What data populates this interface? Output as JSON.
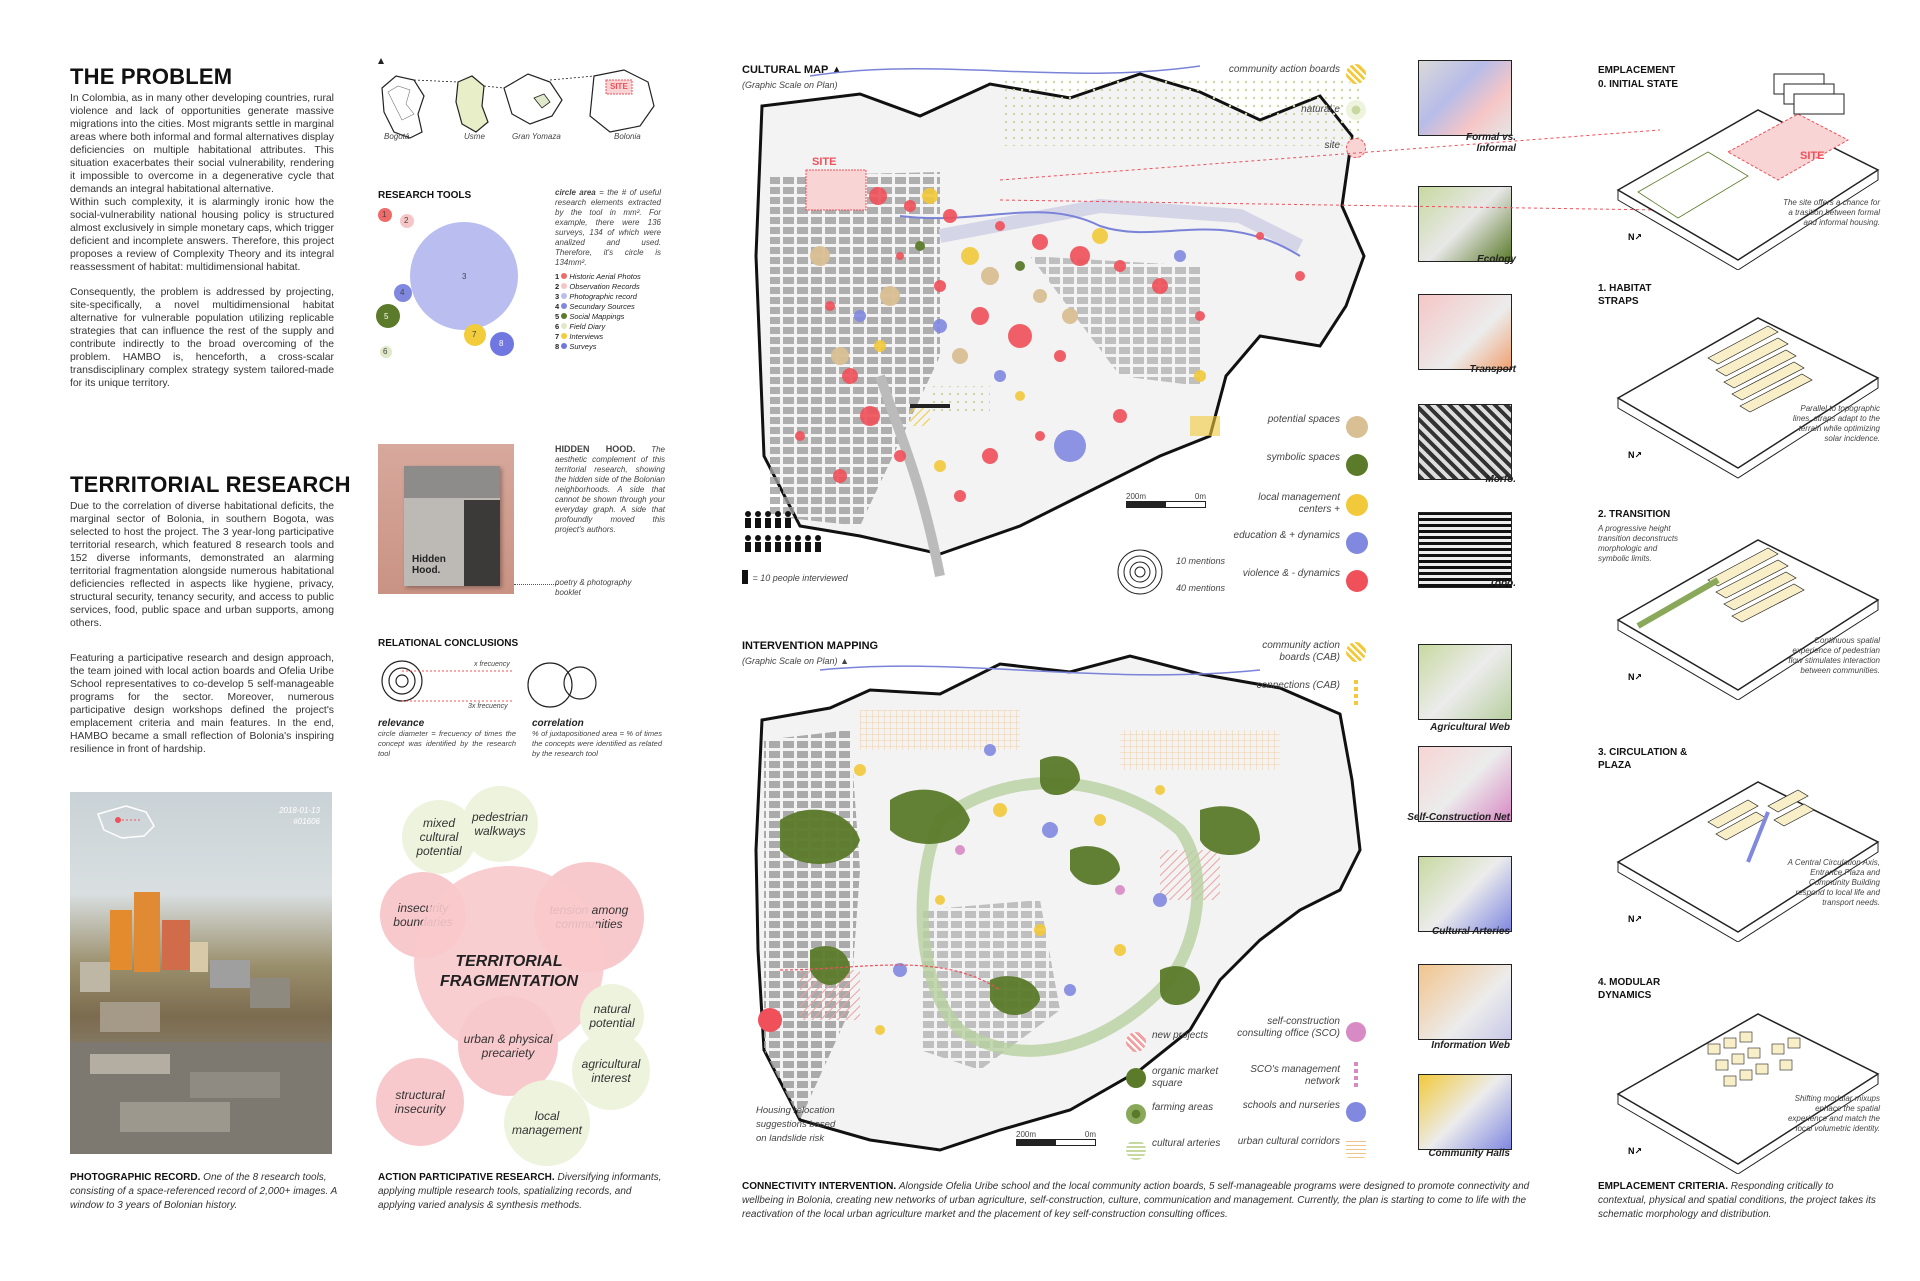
{
  "problem": {
    "title": "THE PROBLEM",
    "p1": "In Colombia, as in many other developing countries, rural violence and lack of opportunities generate massive migrations into the cities. Most migrants settle in marginal areas where both informal and formal alternatives display deficiencies on multiple habitational attributes. This situation exacerbates their social vulnerability, rendering it impossible to overcome in a degenerative cycle that demands an integral habitational alternative.",
    "p2": "Within such complexity, it is alarmingly ironic how the social-vulnerability national housing policy is structured almost exclusively in simple monetary caps, which trigger deficient and incomplete answers. Therefore, this project proposes a review of Complexity Theory and its integral reassessment of habitat: multidimensional habitat.",
    "p3": "Consequently, the problem is addressed by projecting, site-specifically, a novel multidimensional habitat alternative for vulnerable population utilizing replicable strategies that can influence the rest of the supply and contribute indirectly to the broad overcoming of the problem. HAMBO is, henceforth, a cross-scalar transdisciplinary complex strategy system tailored-made for its unique territory."
  },
  "territorial": {
    "title": "TERRITORIAL RESEARCH",
    "p1": "Due to the correlation of diverse habitational deficits, the marginal sector of Bolonia, in southern Bogota, was selected to host the project. The 3 year-long participative territorial research, which featured 8 research tools and 152 diverse informants, demonstrated an alarming territorial fragmentation alongside numerous habitational deficiencies reflected in aspects like hygiene, privacy, structural security, tenancy security, and access to public services, food, public space and urban supports, among others.",
    "p2": "Featuring a participative research and design approach, the team joined with local action boards and Ofelia Uribe School representatives to co-develop 5 self-manageable programs for the sector. Moreover, numerous participative design workshops defined the project's emplacement criteria and main features. In the end, HAMBO became a small reflection of Bolonia's inspiring resilience in front of hardship."
  },
  "photo": {
    "date": "2018-01-13",
    "code": "#01606",
    "caption_bold": "PHOTOGRAPHIC RECORD.",
    "caption": "One of the 8 research tools, consisting of a space-referenced record of 2,000+ images. A window to 3 years of Bolonian history."
  },
  "locator": {
    "labels": [
      "Bogotá",
      "Usme",
      "Gran Yomaza",
      "Bolonia"
    ],
    "site": "SITE"
  },
  "research_tools": {
    "title": "RESEARCH TOOLS",
    "note_bold": "circle area",
    "note": "= the # of useful research elements extracted by the tool in mm². For example, there were 136 surveys, 134 of which were analized and used. Therefore, it's circle is 134mm².",
    "tools": [
      {
        "n": "1",
        "label": "Historic Aerial Photos",
        "color": "#f06a6a"
      },
      {
        "n": "2",
        "label": "Observation Records",
        "color": "#f6c6c6"
      },
      {
        "n": "3",
        "label": "Photographic record",
        "color": "#b9bdf0"
      },
      {
        "n": "4",
        "label": "Secundary Sources",
        "color": "#8088e0"
      },
      {
        "n": "5",
        "label": "Social Mappings",
        "color": "#5b7a2a"
      },
      {
        "n": "6",
        "label": "Field Diary",
        "color": "#dfe8c8"
      },
      {
        "n": "7",
        "label": "Interviews",
        "color": "#f2cc3a"
      },
      {
        "n": "8",
        "label": "Surveys",
        "color": "#7077e0"
      }
    ]
  },
  "hidden_hood": {
    "cover_title": "Hidden Hood.",
    "title": "HIDDEN HOOD.",
    "text": "The aesthetic complement of this territorial research, showing the hidden side of the Bolonian neighborhoods. A side that cannot be shown through your everyday graph. A side that profoundly moved this project's authors.",
    "note": "poetry & photography booklet"
  },
  "relational": {
    "title": "RELATIONAL CONCLUSIONS",
    "freq1": "x frecuency",
    "freq2": "3x frecuency",
    "relevance_title": "relevance",
    "relevance_text": "circle diameter = frecuency of times the concept was identified by the research tool",
    "correlation_title": "correlation",
    "correlation_text": "% of juxtapositioned area = % of times the concepts were identified as related by the research tool"
  },
  "fragmentation": {
    "center": "TERRITORIAL FRAGMENTATION",
    "bubbles": [
      "mixed cultural potential",
      "pedestrian walkways",
      "insecurity boundaries",
      "tension among communities",
      "urban & physical precariety",
      "natural potential",
      "agricultural interest",
      "structural insecurity",
      "local management"
    ],
    "caption_bold": "ACTION PARTICIPATIVE RESEARCH.",
    "caption": "Diversifying informants, applying multiple research tools, spatializing records, and applying varied analysis & synthesis methods."
  },
  "cultural_map": {
    "title": "CULTURAL MAP",
    "subtitle": "(Graphic Scale on Plan)",
    "site": "SITE",
    "scale_a": "200m",
    "scale_b": "0m",
    "people_note": "= 10 people interviewed",
    "mentions_10": "10 mentions",
    "mentions_40": "40 mentions",
    "legend_top": [
      "community action boards",
      "natural e",
      "site"
    ],
    "legend_bottom": [
      "potential spaces",
      "symbolic spaces",
      "local management centers +",
      "education & + dynamics",
      "violence & - dynamics"
    ]
  },
  "intervention_map": {
    "title": "INTERVENTION MAPPING",
    "subtitle": "(Graphic Scale on Plan)",
    "scale_a": "200m",
    "scale_b": "0m",
    "housing_note": "Housing relocation suggestions based on landslide risk",
    "legend_top": [
      "community action boards (CAB)",
      "connections (CAB)"
    ],
    "legend_left": [
      "new projects",
      "organic market square",
      "farming areas",
      "cultural arteries"
    ],
    "legend_right": [
      "self-construction consulting office (SCO)",
      "SCO's management network",
      "schools and nurseries",
      "urban cultural corridors"
    ],
    "caption_bold": "CONNECTIVITY INTERVENTION.",
    "caption": "Alongside Ofelia Uribe school and the local community action boards, 5 self-manageable programs were designed to promote connectivity and wellbeing in Bolonia, creating new networks of urban agriculture, self-construction, culture, communication and management. Currently, the plan is starting to come to life with the reactivation of the local urban agriculture market and the placement of key self-construction consulting offices."
  },
  "thumbs_top": [
    "Formal vs. Informal",
    "Ecology",
    "Transport",
    "Morfo.",
    "Topo."
  ],
  "thumbs_bottom": [
    "Agricultural Web",
    "Self-Construction Net",
    "Cultural Arteries",
    "Information Web",
    "Community Halls"
  ],
  "emplacement": {
    "title": "EMPLACEMENT",
    "site": "SITE",
    "stages": [
      {
        "title": "0. INITIAL STATE",
        "text": "The site offers a chance for a trasition between formal and informal housing."
      },
      {
        "title": "1. HABITAT STRAPS",
        "text": "Parallel to topographic lines, straps adapt to the terrain while optimizing solar incidence."
      },
      {
        "title": "2. TRANSITION",
        "text": "A progressive height transition deconstructs morphologic and symbolic limits.",
        "text2": "Continuous spatial experience of pedestrian flow stimulates interaction between communities."
      },
      {
        "title": "3. CIRCULATION & PLAZA",
        "text": "A Central Circulation Axis, Entrance Plaza and Community Building respond to local life and transport needs."
      },
      {
        "title": "4. MODULAR DYNAMICS",
        "text": "Shifting modular mixups enhace the spatial experience and match the local volumetric identity."
      }
    ],
    "caption_bold": "EMPLACEMENT CRITERIA.",
    "caption": "Responding critically to contextual, physical and spatial conditions, the project takes its schematic morphology and distribution."
  },
  "colors": {
    "red": "#f0505a",
    "pink": "#f6c8c8",
    "yellow": "#f2c93a",
    "green": "#5b7a2a",
    "blue": "#8088e0",
    "tan": "#d9bf94",
    "lightgreen": "#dfe8c8"
  }
}
